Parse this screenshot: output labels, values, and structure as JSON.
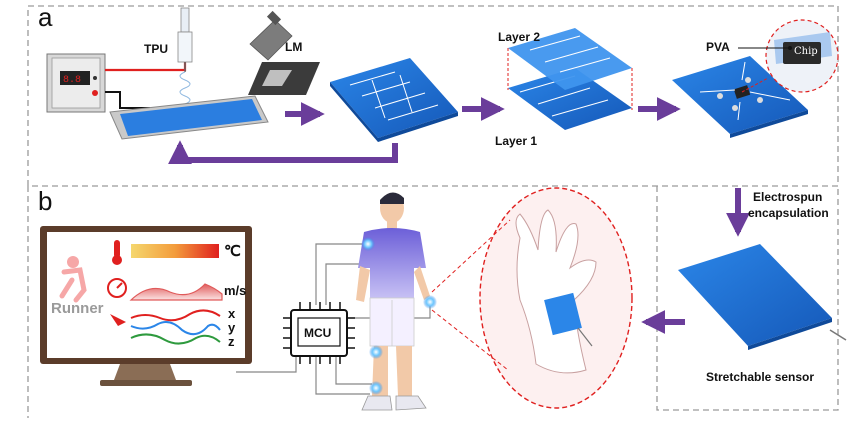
{
  "panel_a": {
    "letter": "a",
    "labels": {
      "tpu": "TPU",
      "lm": "LM",
      "layer2": "Layer 2",
      "layer1": "Layer 1",
      "pva": "PVA",
      "chip": "Chip"
    }
  },
  "panel_b": {
    "letter": "b",
    "monitor": {
      "runner": "Runner",
      "temp_unit": "℃",
      "speed_unit": "m/s",
      "axes": [
        "x",
        "y",
        "z"
      ]
    },
    "mcu": "MCU",
    "encapsulation": [
      "Electrospun",
      "encapsulation"
    ],
    "sensor": "Stretchable sensor"
  },
  "colors": {
    "arrow": "#6a3d9a",
    "board": "#1f6fd1",
    "dash": "#9a9a9a",
    "red": "#e0201f"
  }
}
